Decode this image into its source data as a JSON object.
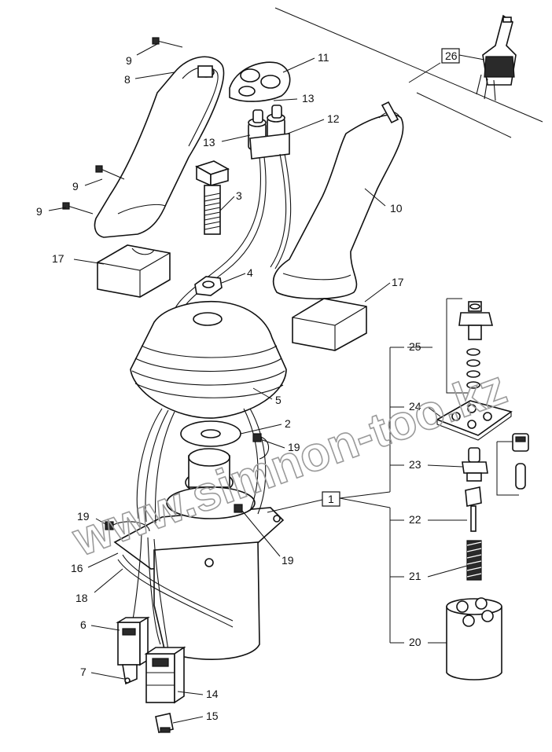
{
  "watermark": "www.simnon-too.kz",
  "callouts": [
    {
      "id": "c9a",
      "text": "9"
    },
    {
      "id": "c8",
      "text": "8"
    },
    {
      "id": "c11",
      "text": "11"
    },
    {
      "id": "c13a",
      "text": "13"
    },
    {
      "id": "c12",
      "text": "12"
    },
    {
      "id": "c13b",
      "text": "13"
    },
    {
      "id": "c9b",
      "text": "9"
    },
    {
      "id": "c9c",
      "text": "9"
    },
    {
      "id": "c3",
      "text": "3"
    },
    {
      "id": "c10",
      "text": "10"
    },
    {
      "id": "c17a",
      "text": "17"
    },
    {
      "id": "c4",
      "text": "4"
    },
    {
      "id": "c17b",
      "text": "17"
    },
    {
      "id": "c25",
      "text": "25"
    },
    {
      "id": "c5",
      "text": "5"
    },
    {
      "id": "c24",
      "text": "24"
    },
    {
      "id": "c2",
      "text": "2"
    },
    {
      "id": "c19a",
      "text": "19"
    },
    {
      "id": "c23",
      "text": "23"
    },
    {
      "id": "c19b",
      "text": "19"
    },
    {
      "id": "c22",
      "text": "22"
    },
    {
      "id": "c19c",
      "text": "19"
    },
    {
      "id": "c16",
      "text": "16"
    },
    {
      "id": "c18",
      "text": "18"
    },
    {
      "id": "c21",
      "text": "21"
    },
    {
      "id": "c6",
      "text": "6"
    },
    {
      "id": "c20",
      "text": "20"
    },
    {
      "id": "c7",
      "text": "7"
    },
    {
      "id": "c14",
      "text": "14"
    },
    {
      "id": "c15",
      "text": "15"
    }
  ],
  "boxed_callouts": {
    "assembly": "1",
    "complete_handle": "26"
  }
}
